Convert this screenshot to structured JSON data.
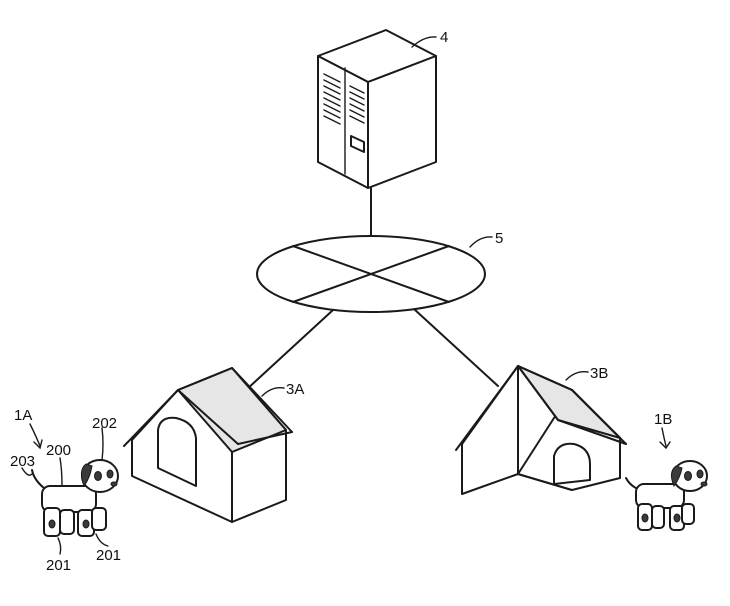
{
  "labels": {
    "server": "4",
    "network": "5",
    "house_a": "3A",
    "house_b": "3B",
    "robot_a": "1A",
    "robot_b": "1B",
    "robot_a_body": "200",
    "robot_a_head": "202",
    "robot_a_tail": "203",
    "robot_a_leg_front": "201",
    "robot_a_leg_rear": "201"
  },
  "icons": {
    "server": "server-icon",
    "network": "network-cloud-icon",
    "house": "doghouse-icon",
    "robot": "robot-dog-icon"
  }
}
